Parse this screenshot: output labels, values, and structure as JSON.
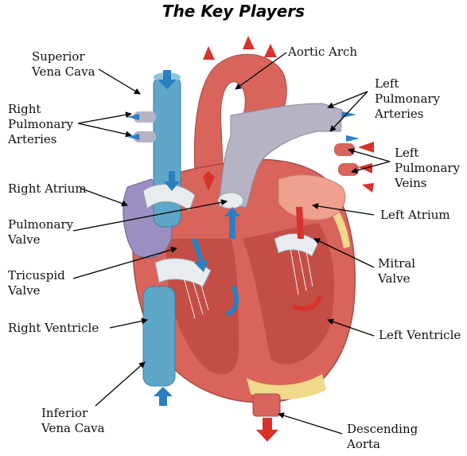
{
  "title": "The Key Players",
  "labels": {
    "superior_vena_cava": [
      "Superior",
      "Vena Cava"
    ],
    "aortic_arch": [
      "Aortic Arch"
    ],
    "right_pulmonary_arteries": [
      "Right",
      "Pulmonary",
      "Arteries"
    ],
    "left_pulmonary_arteries": [
      "Left",
      "Pulmonary",
      "Arteries"
    ],
    "left_pulmonary_veins": [
      "Left",
      "Pulmonary",
      "Veins"
    ],
    "right_atrium": [
      "Right Atrium"
    ],
    "left_atrium": [
      "Left Atrium"
    ],
    "pulmonary_valve": [
      "Pulmonary",
      "Valve"
    ],
    "tricuspid_valve": [
      "Tricuspid",
      "Valve"
    ],
    "mitral_valve": [
      "Mitral",
      "Valve"
    ],
    "right_ventricle": [
      "Right Ventricle"
    ],
    "left_ventricle": [
      "Left Ventricle"
    ],
    "inferior_vena_cava": [
      "Inferior",
      "Vena Cava"
    ],
    "descending_aorta": [
      "Descending",
      "Aorta"
    ]
  },
  "colors": {
    "heart_muscle": "#d9645c",
    "heart_light": "#f0a08f",
    "vena_cava": "#5fa7c9",
    "pulmonary_artery": "#b7b2c4",
    "atrium_purple": "#9a8fc0",
    "valve_white": "#e8ecef",
    "fat_yellow": "#f0d98a",
    "arrow_blue": "#2b7fc0",
    "arrow_red": "#d8322a"
  }
}
